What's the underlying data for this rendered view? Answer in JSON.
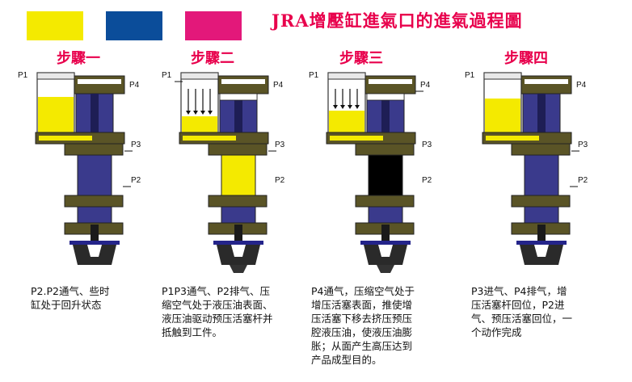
{
  "title": "JRA增壓缸進氣口的進氣過程圖",
  "swatches": [
    {
      "color": "#f4ea00"
    },
    {
      "color": "#0b4d9a"
    },
    {
      "color": "#e3187a"
    }
  ],
  "colors": {
    "oil": "#f4ea00",
    "body": "#5a5426",
    "piston": "#3a3a8c",
    "pressurized": "#e81c1c",
    "rod": "#1a1a1a",
    "die": "#24248a"
  },
  "ports": {
    "p1": "P1",
    "p2": "P2",
    "p3": "P3",
    "p4": "P4"
  },
  "steps": [
    {
      "label": "步驟一",
      "desc": "P2.P2通气、些时\n缸处于回升状态"
    },
    {
      "label": "步驟二",
      "desc": "P1P3通气、P2排气、压\n缩空气处于液压油表面、\n液压油驱动预压活塞杆并\n抵触到工件。"
    },
    {
      "label": "步驟三",
      "desc": "P4通气，压缩空气处于\n增压活塞表面，推使增\n压活塞下移去挤压预压\n腔液压油，使液压油膨\n胀；从面产生高压达到\n产品成型目的。"
    },
    {
      "label": "步驟四",
      "desc": "P3进气、P4排气，增\n压活塞杆回位，P2进\n气、预压活塞回位，一\n个动作完成"
    }
  ]
}
